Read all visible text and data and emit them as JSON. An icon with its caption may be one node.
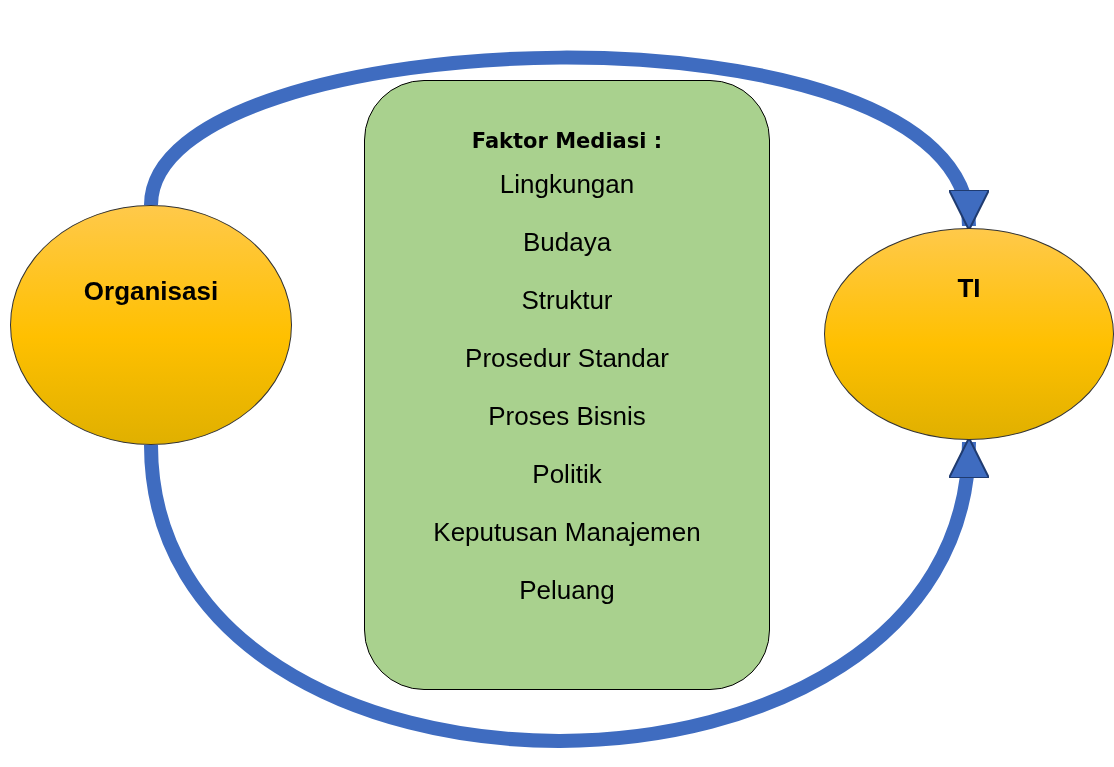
{
  "diagram": {
    "nodes": [
      {
        "text": [
          "Organisasi"
        ]
      },
      {
        "text": [
          "Faktor Mediasi :",
          "Lingkungan",
          "Budaya",
          "Struktur",
          "Prosedur Standar",
          "Proses Bisnis",
          "Politik",
          "Keputusan Manajemen",
          "Peluang"
        ]
      },
      {
        "text": [
          "TI"
        ]
      }
    ],
    "edges": [
      {
        "from": 0,
        "to": 2,
        "arrow": "to"
      },
      {
        "from": 0,
        "to": 2,
        "arrow": "to"
      }
    ]
  }
}
